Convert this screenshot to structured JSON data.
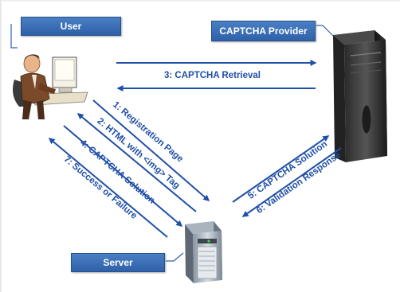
{
  "labels": {
    "user": "User",
    "provider": "CAPTCHA Provider",
    "server": "Server"
  },
  "steps": {
    "s1": "1: Registration Page",
    "s2": "2: HTML with <img> Tag",
    "s3": "3: CAPTCHA Retrieval",
    "s4": "4: CAPTCHA Solution",
    "s5": "5: CAPTCHA Solution",
    "s6": "6: Validation Response",
    "s7": "7: Success or Failure"
  },
  "colors": {
    "arrow": "#1f4fa8",
    "box": "#2f61a8",
    "frame": "#d0d0d0"
  },
  "icons": {
    "user": "person-at-computer-icon",
    "provider": "server-tower-icon",
    "server": "server-tower-icon"
  }
}
